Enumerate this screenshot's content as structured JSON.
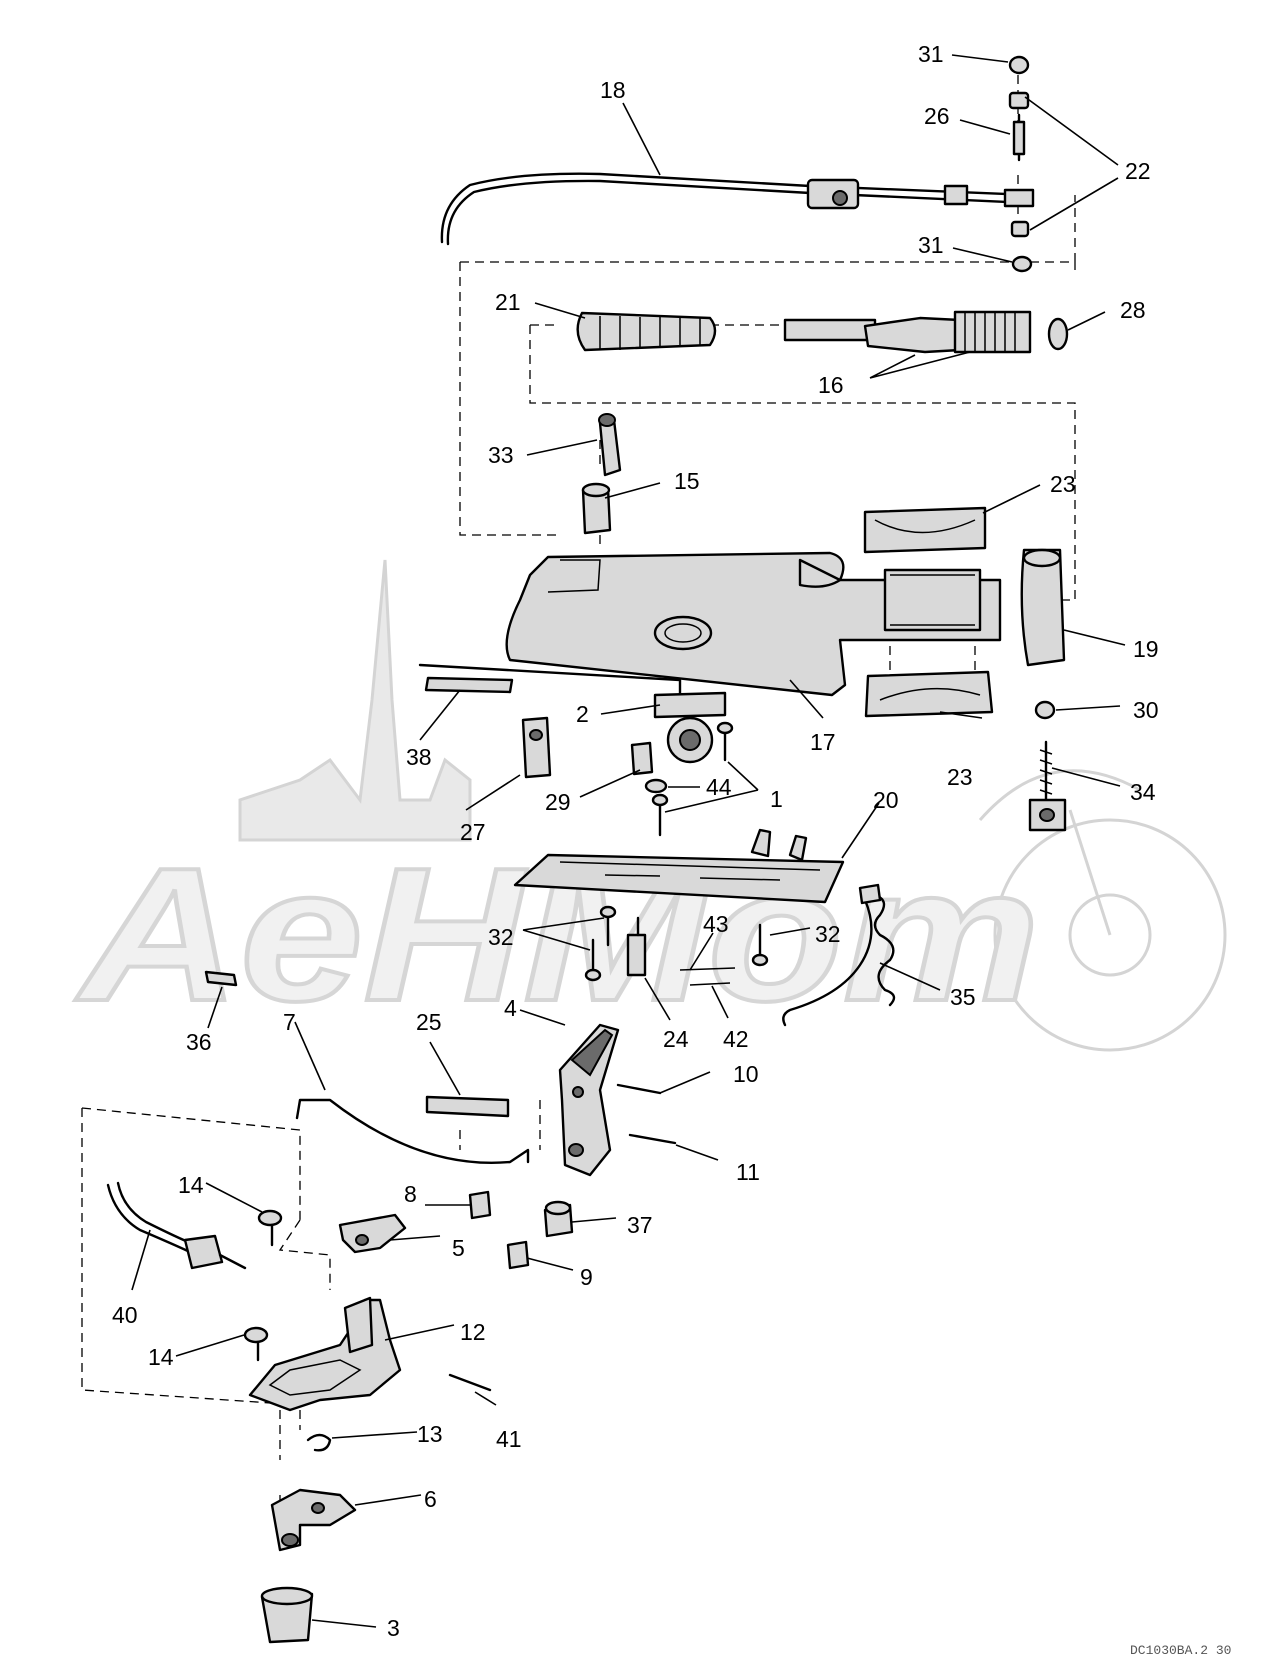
{
  "watermark": {
    "text": "AeHMom"
  },
  "drawing_code": "DC1030BA.2 30",
  "callouts": [
    {
      "id": "c31a",
      "label": "31"
    },
    {
      "id": "c18",
      "label": "18"
    },
    {
      "id": "c26",
      "label": "26"
    },
    {
      "id": "c22",
      "label": "22"
    },
    {
      "id": "c31b",
      "label": "31"
    },
    {
      "id": "c21",
      "label": "21"
    },
    {
      "id": "c28",
      "label": "28"
    },
    {
      "id": "c16",
      "label": "16"
    },
    {
      "id": "c33",
      "label": "33"
    },
    {
      "id": "c15",
      "label": "15"
    },
    {
      "id": "c23a",
      "label": "23"
    },
    {
      "id": "c19",
      "label": "19"
    },
    {
      "id": "c17",
      "label": "17"
    },
    {
      "id": "c2",
      "label": "2"
    },
    {
      "id": "c38",
      "label": "38"
    },
    {
      "id": "c30",
      "label": "30"
    },
    {
      "id": "c44",
      "label": "44"
    },
    {
      "id": "c23b",
      "label": "23"
    },
    {
      "id": "c29",
      "label": "29"
    },
    {
      "id": "c1",
      "label": "1"
    },
    {
      "id": "c34",
      "label": "34"
    },
    {
      "id": "c27",
      "label": "27"
    },
    {
      "id": "c20",
      "label": "20"
    },
    {
      "id": "c43",
      "label": "43"
    },
    {
      "id": "c32a",
      "label": "32"
    },
    {
      "id": "c32b",
      "label": "32"
    },
    {
      "id": "c35",
      "label": "35"
    },
    {
      "id": "c4",
      "label": "4"
    },
    {
      "id": "c36",
      "label": "36"
    },
    {
      "id": "c7",
      "label": "7"
    },
    {
      "id": "c25",
      "label": "25"
    },
    {
      "id": "c24",
      "label": "24"
    },
    {
      "id": "c42",
      "label": "42"
    },
    {
      "id": "c10",
      "label": "10"
    },
    {
      "id": "c11",
      "label": "11"
    },
    {
      "id": "c14a",
      "label": "14"
    },
    {
      "id": "c8",
      "label": "8"
    },
    {
      "id": "c37",
      "label": "37"
    },
    {
      "id": "c5",
      "label": "5"
    },
    {
      "id": "c9",
      "label": "9"
    },
    {
      "id": "c40",
      "label": "40"
    },
    {
      "id": "c12",
      "label": "12"
    },
    {
      "id": "c14b",
      "label": "14"
    },
    {
      "id": "c41",
      "label": "41"
    },
    {
      "id": "c13",
      "label": "13"
    },
    {
      "id": "c6",
      "label": "6"
    },
    {
      "id": "c3",
      "label": "3"
    }
  ]
}
